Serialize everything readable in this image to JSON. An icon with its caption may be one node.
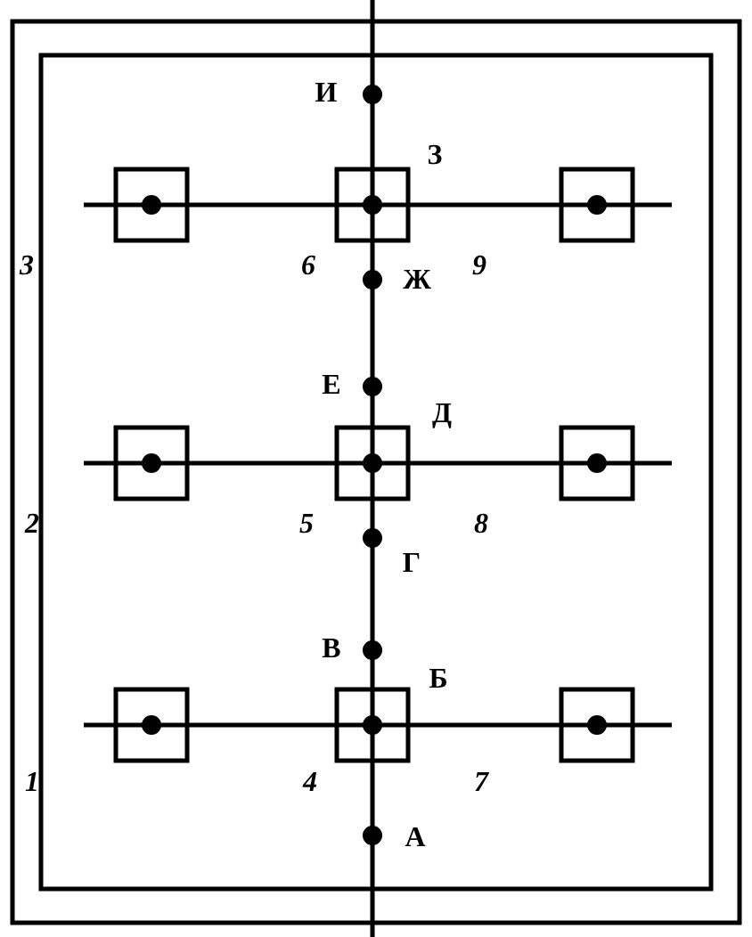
{
  "diagram": {
    "labels": [
      "И",
      "З",
      "3",
      "6",
      "Ж",
      "9",
      "Е",
      "Д",
      "2",
      "5",
      "8",
      "Г",
      "В",
      "Б",
      "1",
      "4",
      "7",
      "А"
    ]
  }
}
